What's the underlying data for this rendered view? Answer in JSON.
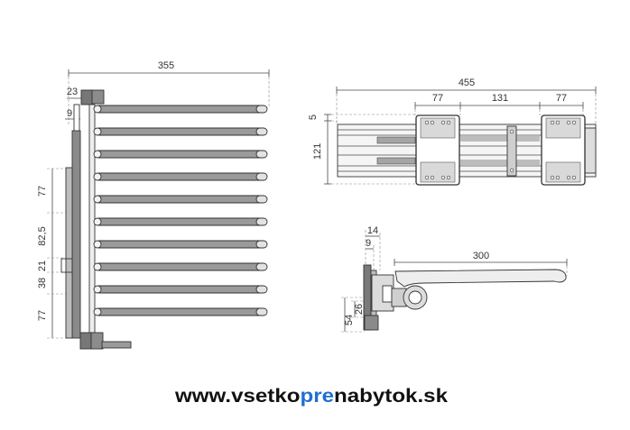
{
  "front_view": {
    "dim_width": "355",
    "dim_top_plate": "23",
    "dim_plate_offset": "9",
    "dim_spacing_1": "77",
    "dim_spacing_2": "82,5",
    "dim_spacing_3": "21",
    "dim_spacing_4": "38",
    "dim_spacing_5": "77"
  },
  "top_view": {
    "dim_total": "455",
    "dim_left_pad": "77",
    "dim_middle": "131",
    "dim_right_pad": "77",
    "dim_offset": "5",
    "dim_height": "121"
  },
  "side_view": {
    "dim_top_a": "14",
    "dim_top_b": "9",
    "dim_rod_length": "300",
    "dim_bottom_a": "26",
    "dim_bottom_b": "54"
  },
  "website": {
    "prefix": "www.vsetko",
    "highlight": "pre",
    "suffix": "nabytok.sk",
    "text_color": "#111111",
    "highlight_color": "#1f6fd0"
  },
  "colors": {
    "rod": "#9a9a9a",
    "frame_dark": "#7a7a7a",
    "line": "#4a4a4a"
  }
}
